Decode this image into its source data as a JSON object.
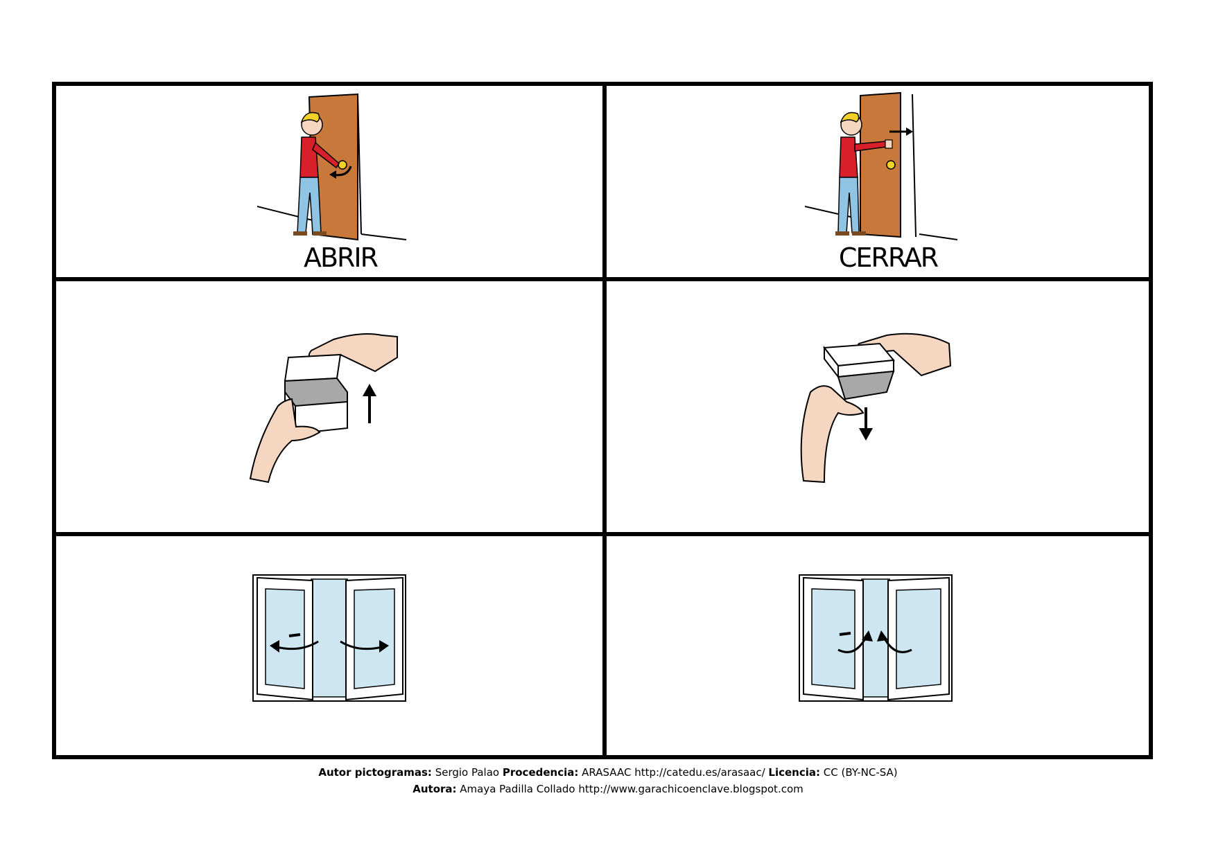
{
  "cards": {
    "abrir": {
      "label": "ABRIR"
    },
    "cerrar": {
      "label": "CERRAR"
    }
  },
  "credits": {
    "line1": {
      "autor_label": "Autor pictogramas:",
      "autor_value": " Sergio Palao  ",
      "procedencia_label": "Procedencia:",
      "procedencia_value": " ARASAAC http://catedu.es/arasaac/  ",
      "licencia_label": "Licencia:",
      "licencia_value": " CC (BY-NC-SA)"
    },
    "line2": {
      "autora_label": "Autora:",
      "autora_value": " Amaya Padilla Collado http://www.garachicoenclave.blogspot.com"
    }
  },
  "colors": {
    "door": "#c8783a",
    "shirt": "#d8202a",
    "jeans": "#8fc4e4",
    "hair": "#f2d02a",
    "skin": "#f5d6c0",
    "glass": "#cde6f2",
    "box_inner": "#a8a8a8"
  }
}
